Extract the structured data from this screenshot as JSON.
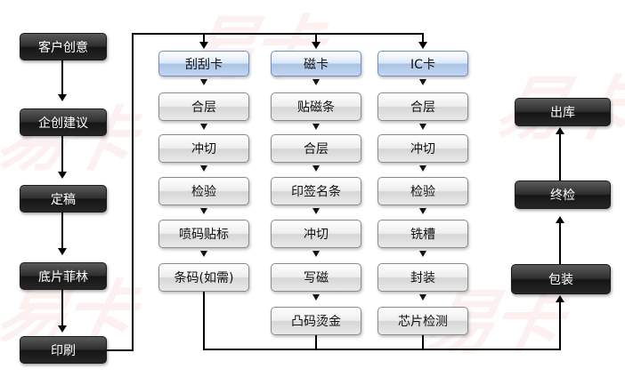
{
  "watermark": {
    "text": "易卡"
  },
  "left_column": [
    {
      "label": "客户创意"
    },
    {
      "label": "企创建议"
    },
    {
      "label": "定稿"
    },
    {
      "label": "底片菲林"
    },
    {
      "label": "印刷"
    }
  ],
  "columns": [
    {
      "header": "刮刮卡",
      "steps": [
        "合层",
        "冲切",
        "检验",
        "喷码贴标",
        "条码(如需)"
      ]
    },
    {
      "header": "磁卡",
      "steps": [
        "贴磁条",
        "合层",
        "印签名条",
        "冲切",
        "写磁",
        "凸码烫金"
      ]
    },
    {
      "header": "IC卡",
      "steps": [
        "合层",
        "冲切",
        "检验",
        "铣槽",
        "封装",
        "芯片检测"
      ]
    }
  ],
  "right_column": [
    {
      "label": "出库"
    },
    {
      "label": "终检"
    },
    {
      "label": "包装"
    }
  ]
}
